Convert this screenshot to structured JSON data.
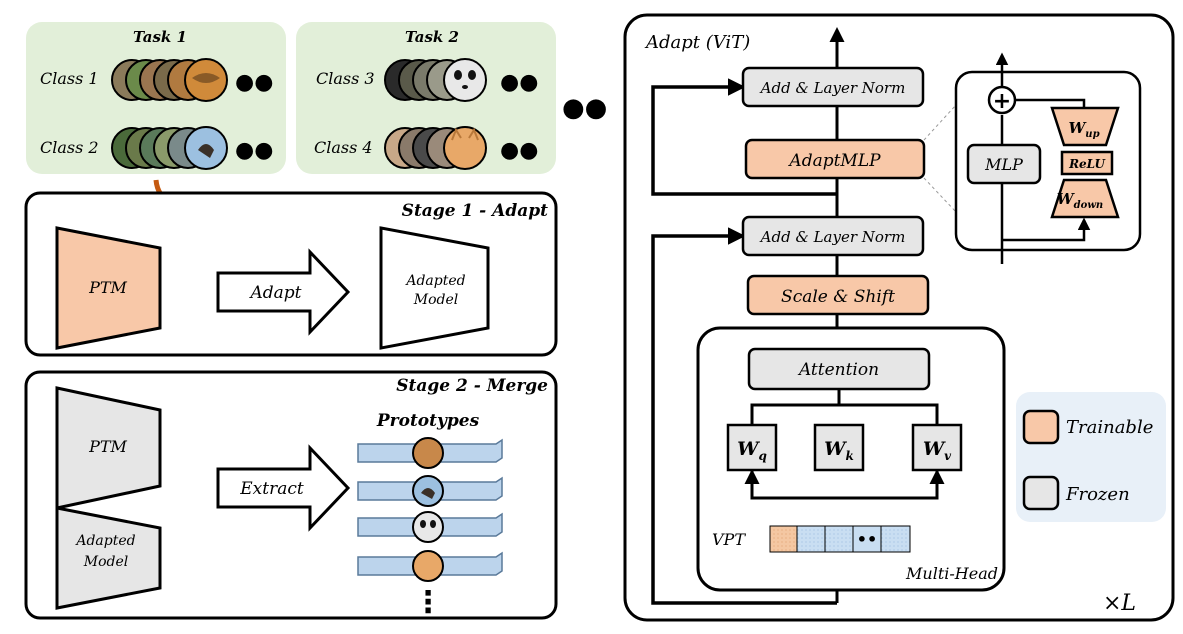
{
  "tasks": [
    {
      "title": "Task 1",
      "rows": [
        {
          "label": "Class 1",
          "dots": "●●"
        },
        {
          "label": "Class 2",
          "dots": "●●"
        }
      ]
    },
    {
      "title": "Task 2",
      "rows": [
        {
          "label": "Class 3",
          "dots": "●●"
        },
        {
          "label": "Class 4",
          "dots": "●●"
        }
      ]
    }
  ],
  "tasks_ellipsis": "●●",
  "stage1": {
    "title": "Stage 1 - Adapt",
    "ptm": "PTM",
    "arrow": "Adapt",
    "out_line1": "Adapted",
    "out_line2": "Model"
  },
  "stage2": {
    "title": "Stage 2 - Merge",
    "ptm": "PTM",
    "adapted_line1": "Adapted",
    "adapted_line2": "Model",
    "arrow": "Extract",
    "prototypes": "Prototypes",
    "more": "⋮"
  },
  "vit": {
    "title": "Adapt (ViT)",
    "add_norm_top": "Add & Layer Norm",
    "adaptmlp": "AdaptMLP",
    "add_norm_mid": "Add & Layer Norm",
    "scale_shift": "Scale & Shift",
    "attention": "Attention",
    "wq": "W",
    "wq_sub": "q",
    "wk": "W",
    "wk_sub": "k",
    "wv": "W",
    "wv_sub": "v",
    "vpt": "VPT",
    "vpt_dots": "••",
    "multihead": "Multi-Head",
    "repeat": "×L"
  },
  "adaptmlp_detail": {
    "plus": "+",
    "mlp": "MLP",
    "wup": "W",
    "wup_sub": "up",
    "relu": "ReLU",
    "wdown": "W",
    "wdown_sub": "down"
  },
  "legend": {
    "trainable": "Trainable",
    "frozen": "Frozen"
  },
  "colors": {
    "trainable": "#f8c8a8",
    "frozen": "#e6e6e6",
    "task_bg": "#e2efd9",
    "legend_bg": "#e8f0f8",
    "proto_bar": "#bcd4ec",
    "curve_arrow": "#c55a11"
  }
}
